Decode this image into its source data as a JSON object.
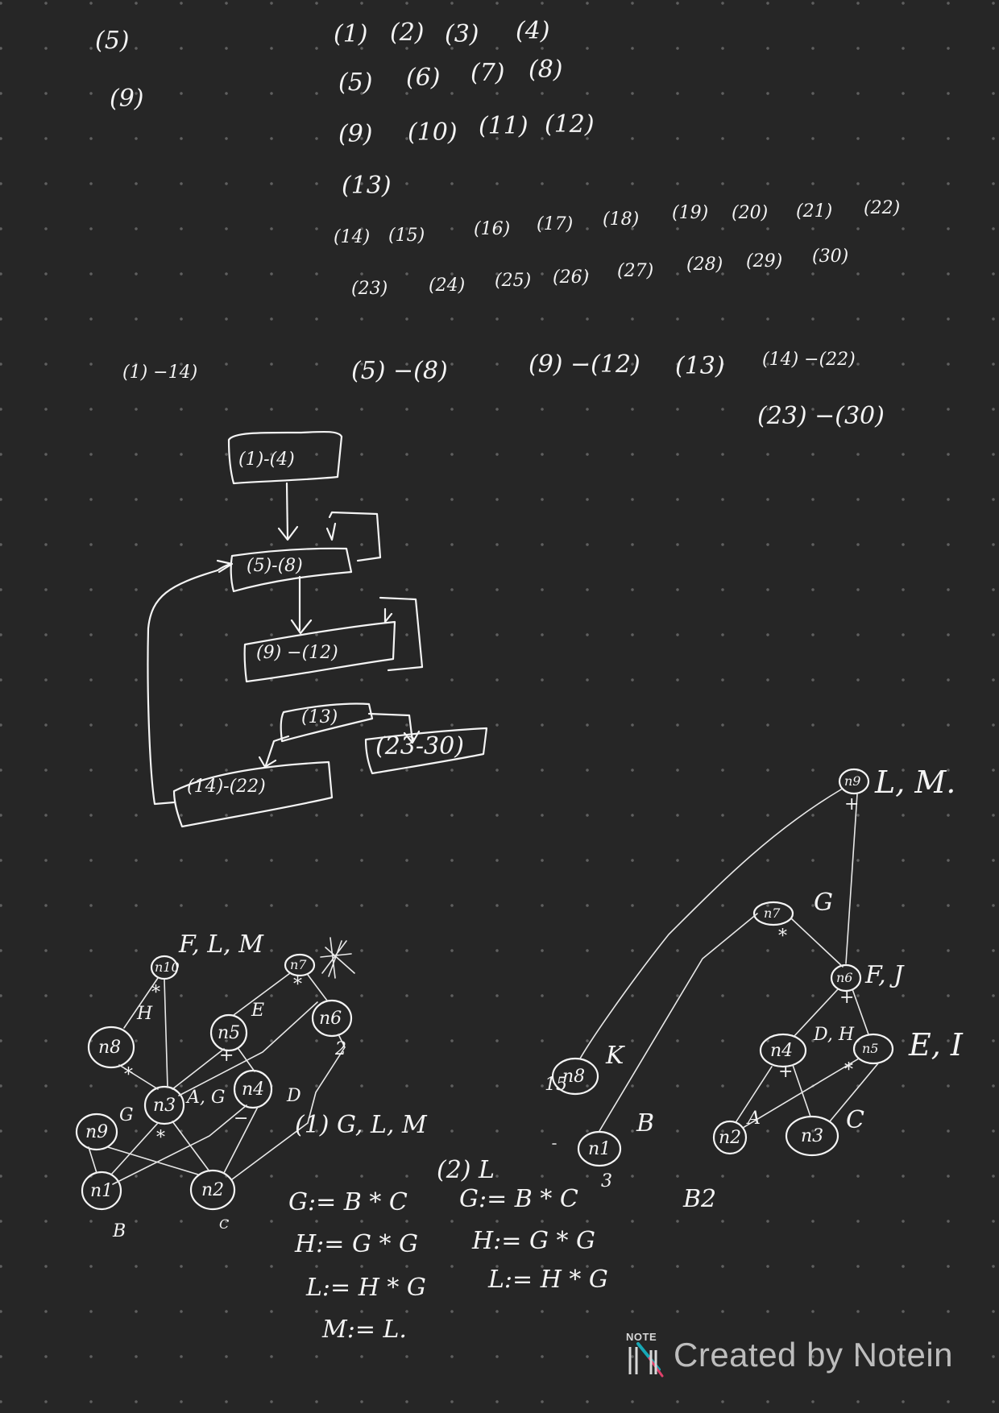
{
  "top_left": {
    "a": "(5)",
    "b": "(9)"
  },
  "sequence_rows": [
    [
      "(1)",
      "(2)",
      "(3)",
      "(4)"
    ],
    [
      "(5)",
      "(6)",
      "(7)",
      "(8)"
    ],
    [
      "(9)",
      "(10)",
      "(11)",
      "(12)"
    ],
    [
      "(13)"
    ],
    [
      "(14)",
      "(15)",
      "(16)",
      "(17)",
      "(18)",
      "(19)",
      "(20)",
      "(21)",
      "(22)"
    ],
    [
      "(23)",
      "(24)",
      "(25)",
      "(26)",
      "(27)",
      "(28)",
      "(29)",
      "(30)"
    ]
  ],
  "block_ranges": {
    "left": "(1) −14)",
    "items": [
      "(5) −(8)",
      "(9) −(12)",
      "(13)",
      "(14) −(22)"
    ],
    "second_line": "(23) −(30)"
  },
  "flowgraph": {
    "b1": "(1)-(4)",
    "b2": "(5)-(8)",
    "b3": "(9) −(12)",
    "b4": "(13)",
    "b5": "(14)-(22)",
    "b6": "(23-30)"
  },
  "dag_left": {
    "nodes": {
      "n10": "n10",
      "n7": "n7",
      "n8": "n8",
      "n5": "n5",
      "n6": "n6",
      "n4": "n4",
      "n3": "n3",
      "n2": "n2",
      "n1": "n1",
      "n9": "n9"
    },
    "labels": {
      "n10": "F, L, M",
      "n8": "H",
      "n5": "E",
      "n3": "A, G",
      "n4": "D",
      "n9": "G",
      "n1": "B",
      "n2": "C",
      "n6": "2"
    },
    "ops": {
      "times": "*",
      "plus": "+",
      "minus": "−"
    }
  },
  "code_block": {
    "heading_1": "(1) G, L, M",
    "heading_2": "(2) L",
    "lines_1": [
      "G:= B * C",
      "H:= G * G",
      "L:= H * G",
      "M:= L."
    ],
    "lines_2": [
      "G:= B * C",
      "H:= G * G",
      "L:= H * G"
    ]
  },
  "dag_right": {
    "nodes": {
      "n9": "n9",
      "n7": "n7",
      "n6": "n6",
      "n4": "n4",
      "n5": "n5",
      "n8": "n8",
      "n1": "n1",
      "n2": "n2",
      "n3": "n3"
    },
    "labels": {
      "n9": "L, M.",
      "n7": "G",
      "n6": "F, J",
      "n4": "D, H",
      "n5": "E, I",
      "n8": "K",
      "n8_sub": "15",
      "n1": "B",
      "n1_sub": "3",
      "n2": "A",
      "n3": "C"
    },
    "caption": "B2",
    "ops": {
      "times": "*",
      "plus": "+"
    }
  },
  "watermark": {
    "badge": "NOTE",
    "text": "Created by Notein"
  }
}
